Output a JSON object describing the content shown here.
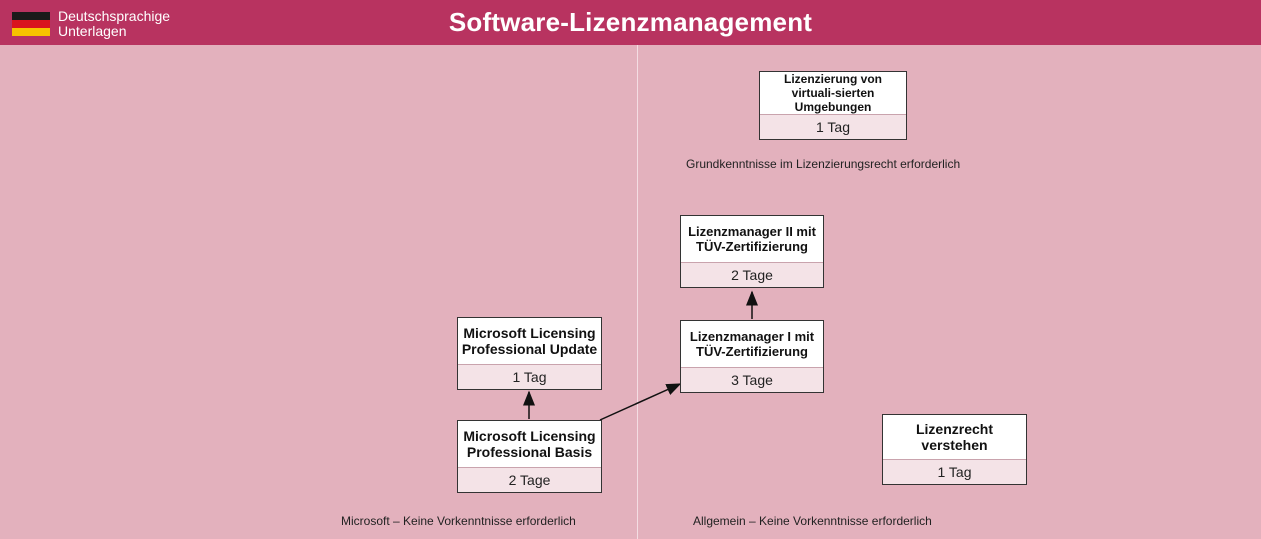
{
  "header": {
    "language_label": "Deutschsprachige Unterlagen",
    "title": "Software-Lizenzmanagement",
    "flag_colors": [
      "#1a1a1a",
      "#d9131e",
      "#f7c300"
    ]
  },
  "courses": {
    "virtual": {
      "name": "Lizenzierung von virtuali-sierten Umgebungen",
      "duration": "1 Tag"
    },
    "lm2": {
      "name": "Lizenzmanager II mit TÜV-Zertifizierung",
      "duration": "2 Tage"
    },
    "lm1": {
      "name": "Lizenzmanager I mit TÜV-Zertifizierung",
      "duration": "3 Tage"
    },
    "mlp_update": {
      "name": "Microsoft Licensing Professional Update",
      "duration": "1 Tag"
    },
    "mlp_basis": {
      "name": "Microsoft Licensing Professional Basis",
      "duration": "2 Tage"
    },
    "lizenzrecht": {
      "name": "Lizenzrecht verstehen",
      "duration": "1 Tag"
    }
  },
  "captions": {
    "grundkenntnisse": "Grundkenntnisse im Lizenzierungsrecht erforderlich",
    "microsoft": "Microsoft – Keine Vorkenntnisse erforderlich",
    "allgemein": "Allgemein – Keine Vorkenntnisse erforderlich"
  },
  "colors": {
    "background": "#e3b1bd",
    "header": "#b83360",
    "duration_band": "#f4e3e7"
  }
}
